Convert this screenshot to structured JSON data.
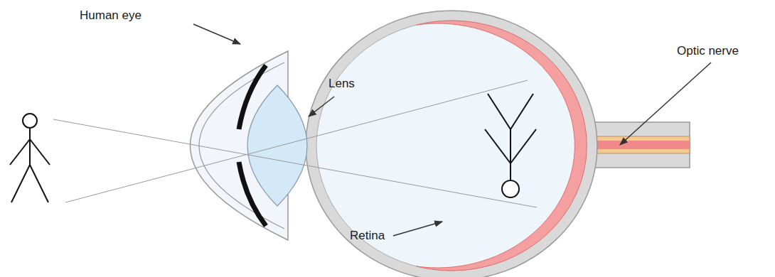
{
  "diagram": {
    "labels": [
      "Human eye",
      "Lens",
      "Optic nerve",
      "Retina"
    ]
  }
}
